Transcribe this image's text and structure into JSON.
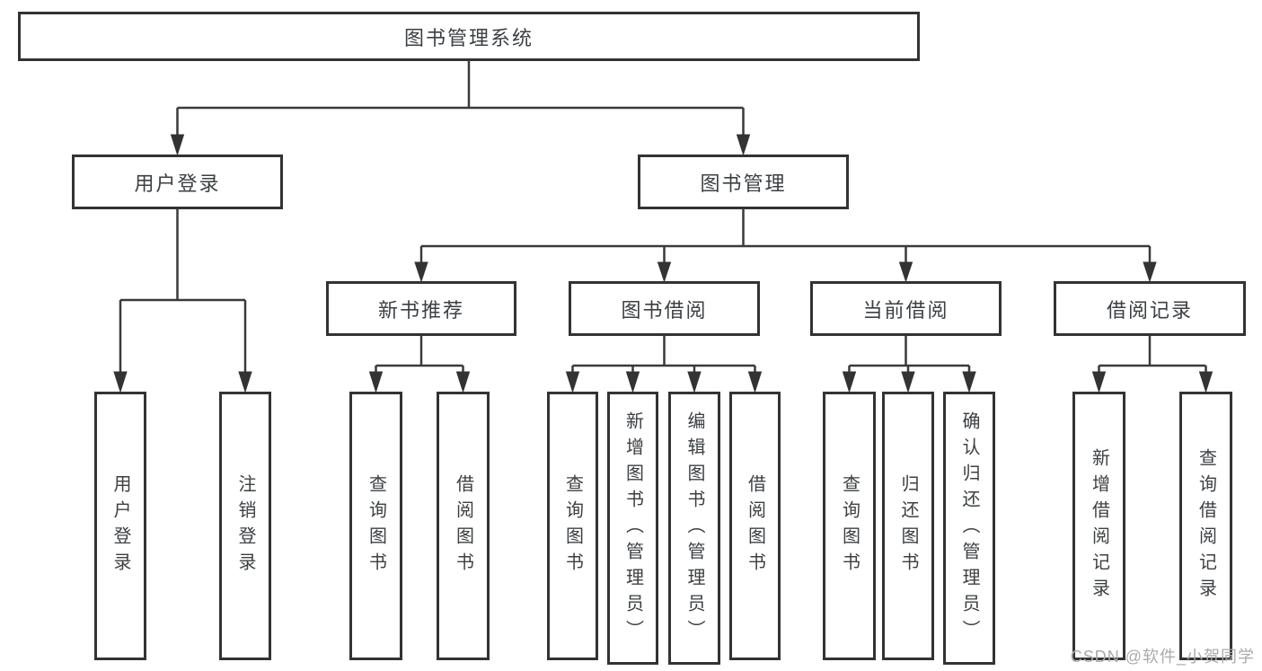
{
  "diagram": {
    "title": "图书管理系统",
    "branches": [
      {
        "label": "用户登录",
        "children": [
          {
            "label": "用户登录"
          },
          {
            "label": "注销登录"
          }
        ]
      },
      {
        "label": "图书管理",
        "children": [
          {
            "label": "新书推荐",
            "children": [
              {
                "label": "查询图书"
              },
              {
                "label": "借阅图书"
              }
            ]
          },
          {
            "label": "图书借阅",
            "children": [
              {
                "label": "查询图书"
              },
              {
                "label": "新增图书（管理员）"
              },
              {
                "label": "编辑图书（管理员）"
              },
              {
                "label": "借阅图书"
              }
            ]
          },
          {
            "label": "当前借阅",
            "children": [
              {
                "label": "查询图书"
              },
              {
                "label": "归还图书"
              },
              {
                "label": "确认归还（管理员）"
              }
            ]
          },
          {
            "label": "借阅记录",
            "children": [
              {
                "label": "新增借阅记录"
              },
              {
                "label": "查询借阅记录"
              }
            ]
          }
        ]
      }
    ],
    "colors": {
      "line": "#3a3a3a",
      "box_border": "#333333",
      "box_fill": "#ffffff",
      "text": "#3c4043"
    }
  },
  "watermark": {
    "text": "CSDN @软件_小贺同学",
    "color": "#ababab"
  }
}
